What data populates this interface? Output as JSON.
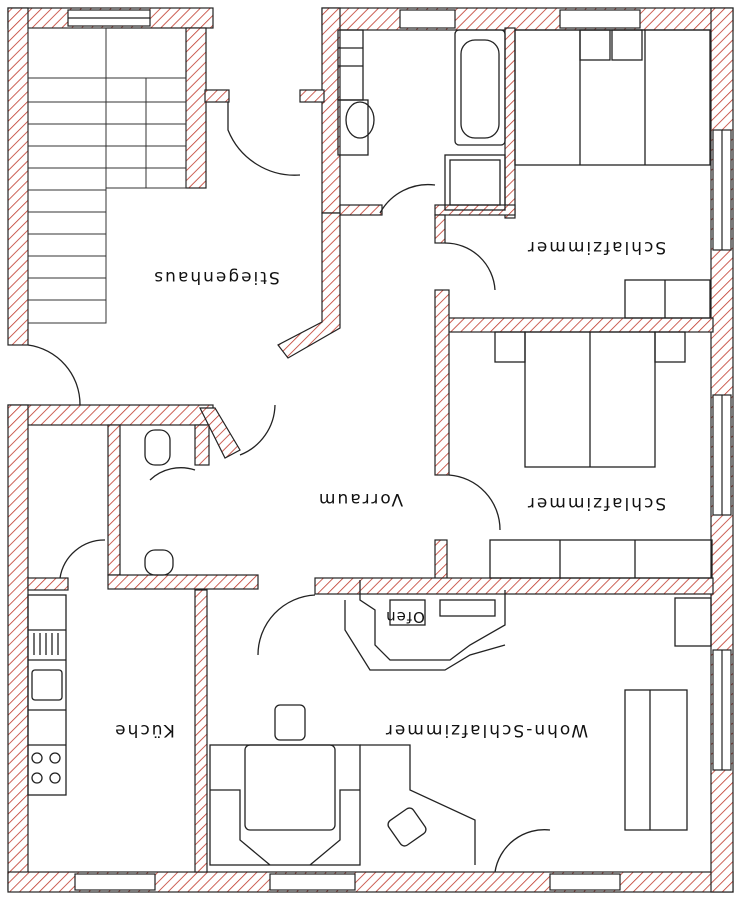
{
  "plan": {
    "rooms": {
      "stiegenhaus": "Stiegenhaus",
      "vorraum": "Vorraum",
      "schlafzimmer_oben": "Schlafzimmer",
      "schlafzimmer_mitte": "Schlafzimmer",
      "kueche": "Küche",
      "wohn_schlafzimmer": "Wohn-Schlafzimmer",
      "ofen": "Ofen"
    },
    "colors": {
      "wall_hatch": "#c0392b",
      "line": "#222222",
      "background": "#ffffff"
    }
  }
}
